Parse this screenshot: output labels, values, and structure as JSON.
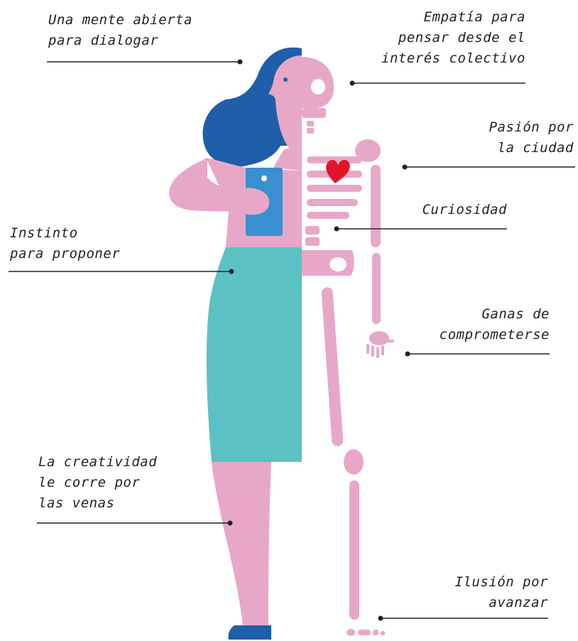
{
  "colors": {
    "pink": "#e7a8c8",
    "hair": "#1f5ea8",
    "skirt": "#5cc1c3",
    "phone": "#3a8fd0",
    "heart": "#e2142a",
    "line": "#222222",
    "shoe": "#1f5ea8"
  },
  "labels": {
    "mente": [
      "Una mente abierta",
      "para dialogar"
    ],
    "empatia": [
      "Empatía para",
      "pensar desde el",
      "interés colectivo"
    ],
    "pasion": [
      "Pasión por",
      "la ciudad"
    ],
    "curiosidad": [
      "Curiosidad"
    ],
    "instinto": [
      "Instinto",
      "para proponer"
    ],
    "ganas": [
      "Ganas de",
      "comprometerse"
    ],
    "creatividad": [
      "La creatividad",
      "le corre por",
      "las venas"
    ],
    "ilusion": [
      "Ilusión por",
      "avanzar"
    ]
  }
}
